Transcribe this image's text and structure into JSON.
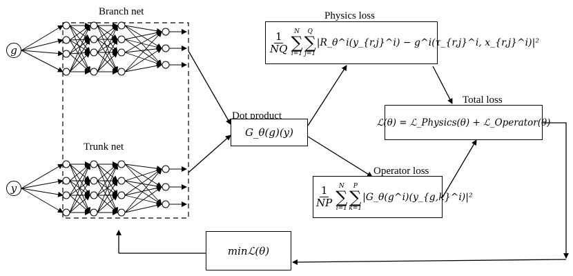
{
  "labels": {
    "branch_net": "Branch net",
    "trunk_net": "Trunk net",
    "dot_product": "Dot product",
    "physics_loss": "Physics loss",
    "total_loss": "Total loss",
    "operator_loss": "Operator loss"
  },
  "inputs": {
    "g": "g",
    "y": "y"
  },
  "formulas": {
    "dot_product": "G_θ(g)(y)",
    "physics_loss": {
      "num": "1",
      "den": "NQ",
      "sum1_top": "N",
      "sum1_bottom": "i=1",
      "sum2_top": "Q",
      "sum2_bottom": "j=1",
      "term": "|R_θ^i(y_{r,j}^i) − g^i(τ_{r,j}^i, x_{r,j}^i)|²"
    },
    "total_loss": "ℒ(θ) = ℒ_Physics(θ) + ℒ_Operator(θ)",
    "operator_loss": {
      "num": "1",
      "den": "NP",
      "sum1_top": "N",
      "sum1_bottom": "i=1",
      "sum2_top": "P",
      "sum2_bottom": "k=1",
      "term": "|G_θ(g^i)(y_{g,k}^i)|²"
    },
    "min_loss": "minℒ(θ)"
  },
  "colors": {
    "stroke": "#000000",
    "background": "#ffffff"
  }
}
